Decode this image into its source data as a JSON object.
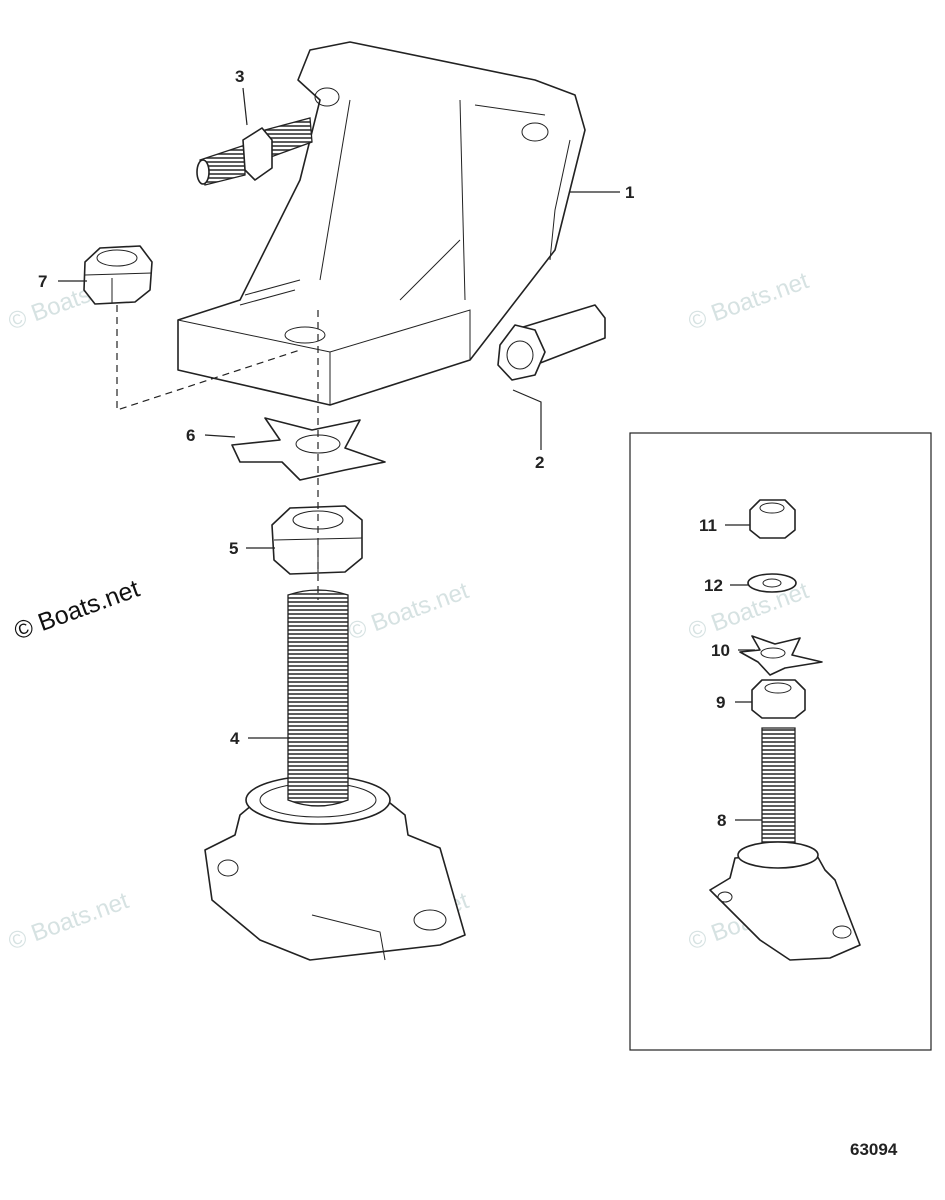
{
  "diagram": {
    "figure_number": "63094",
    "watermark": "© Boats.net",
    "callouts": {
      "c1": "1",
      "c2": "2",
      "c3": "3",
      "c4": "4",
      "c5": "5",
      "c6": "6",
      "c7": "7",
      "c8": "8",
      "c9": "9",
      "c10": "10",
      "c11": "11",
      "c12": "12"
    }
  }
}
